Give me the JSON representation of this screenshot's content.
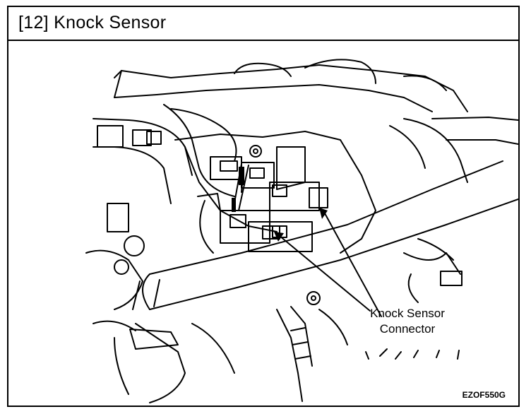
{
  "header": {
    "title": "[12] Knock Sensor"
  },
  "callout": {
    "line1": "Knock Sensor",
    "line2": "Connector"
  },
  "figure": {
    "code": "EZOF550G"
  },
  "colors": {
    "ink": "#000000",
    "paper": "#ffffff"
  }
}
